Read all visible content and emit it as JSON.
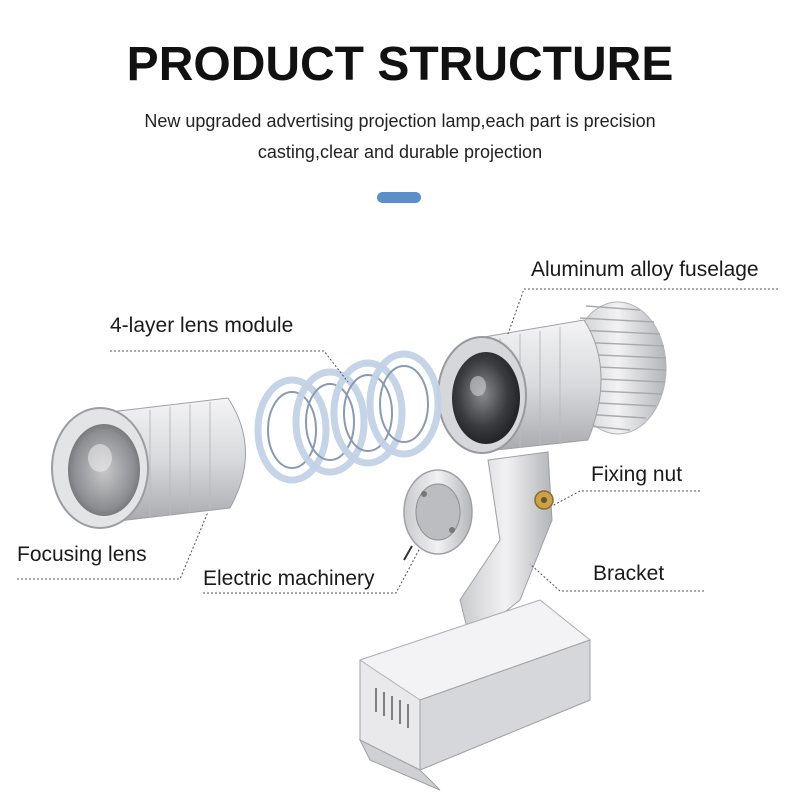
{
  "header": {
    "title": "PRODUCT STRUCTURE",
    "subtitle_line1": "New upgraded advertising projection lamp,each part is precision",
    "subtitle_line2": "casting,clear and durable projection"
  },
  "colors": {
    "accent": "#5b8fc9",
    "text": "#111111",
    "metal_light": "#e6e6e8",
    "metal_dark": "#a9aaae",
    "callout_line": "#555555"
  },
  "callouts": {
    "fuselage": "Aluminum alloy fuselage",
    "lens_module": "4-layer lens module",
    "fixing_nut": "Fixing nut",
    "focusing_lens": "Focusing lens",
    "electric_machinery": "Electric machinery",
    "bracket": "Bracket"
  }
}
